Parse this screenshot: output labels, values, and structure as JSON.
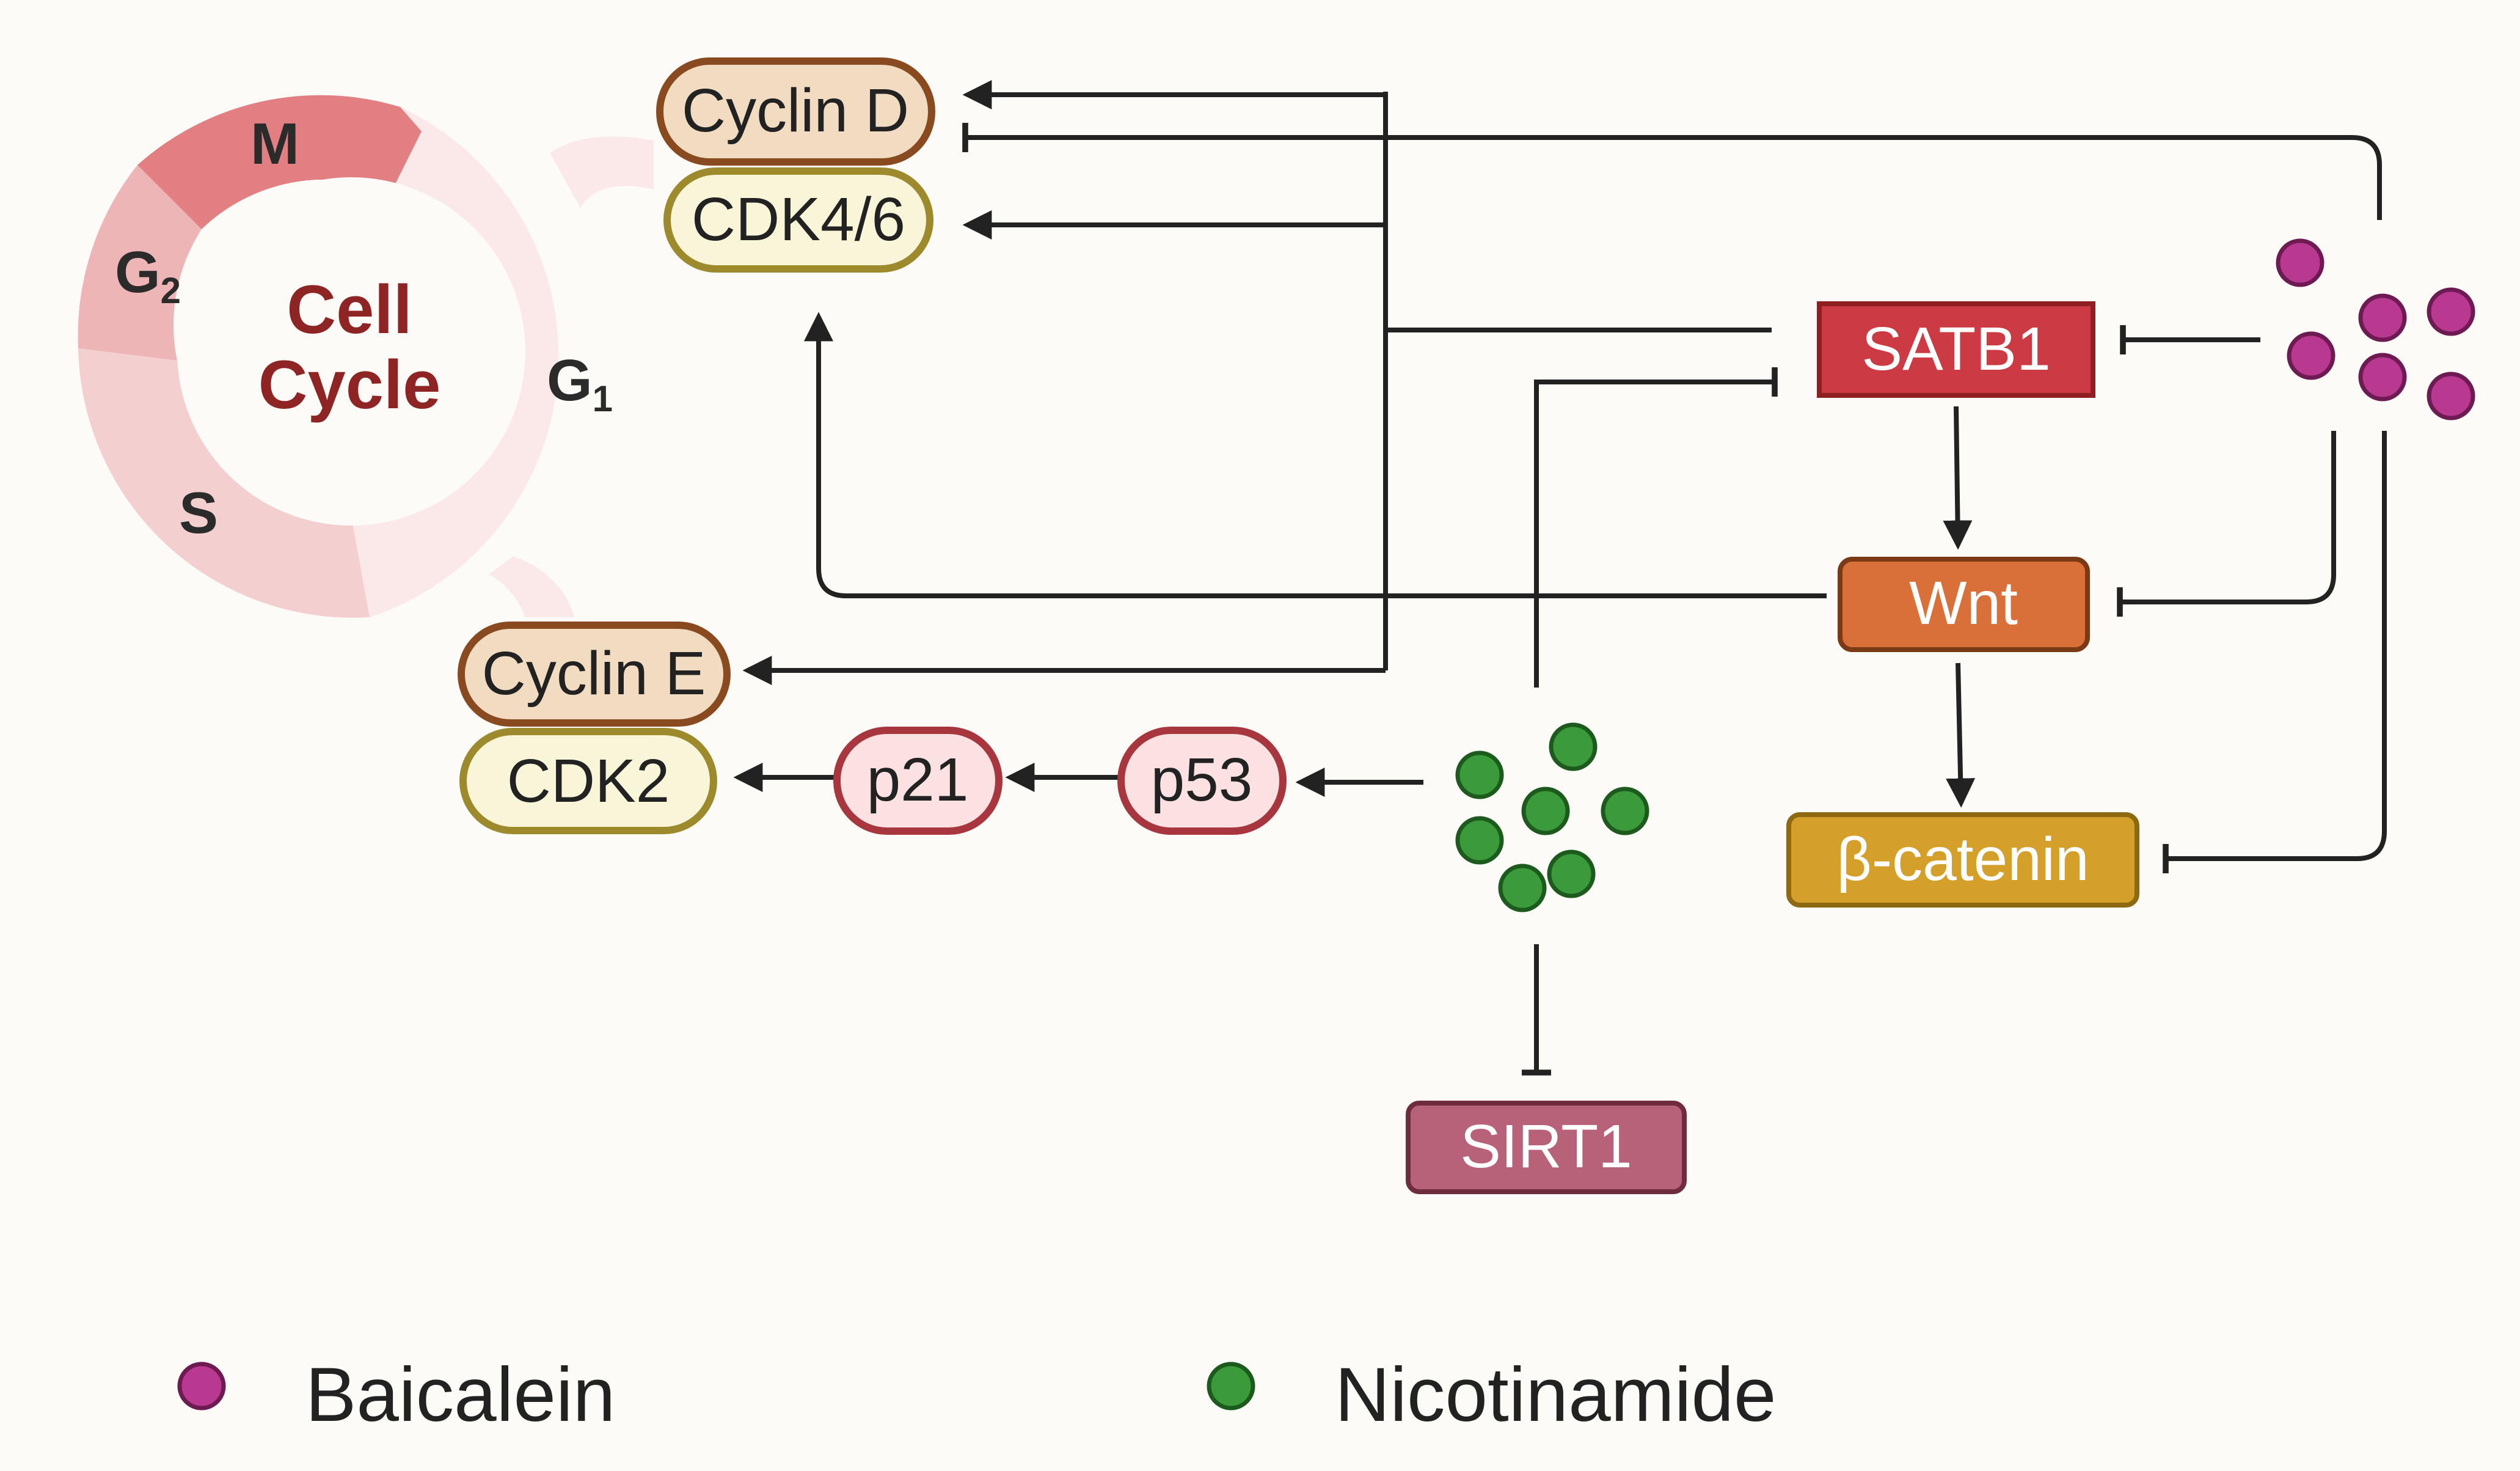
{
  "cell_cycle": {
    "title_line1": "Cell",
    "title_line2": "Cycle",
    "phases": {
      "m": "M",
      "g2": "G",
      "g2_sub": "2",
      "s": "S",
      "g1": "G",
      "g1_sub": "1"
    }
  },
  "nodes": {
    "cyclin_d": "Cyclin D",
    "cdk46": "CDK4/6",
    "cyclin_e": "Cyclin E",
    "cdk2": "CDK2",
    "p21": "p21",
    "p53": "p53",
    "satb1": "SATB1",
    "wnt": "Wnt",
    "beta_catenin": "β-catenin",
    "sirt1": "SIRT1"
  },
  "legend": {
    "baicalein": "Baicalein",
    "nicotinamide": "Nicotinamide"
  },
  "colors": {
    "background": "#fdfbf7",
    "baicalein": "#b8398f",
    "nicotinamide": "#3b9b3a",
    "satb1": "#cc3b44",
    "wnt": "#d9703a",
    "beta_catenin": "#d4a02a",
    "sirt1": "#b8627a",
    "cyclin_fill": "#f1dbc1",
    "cdk_fill": "#f8f5d8",
    "p_fill": "#fbe1e1",
    "cell_title": "#8e2424"
  }
}
